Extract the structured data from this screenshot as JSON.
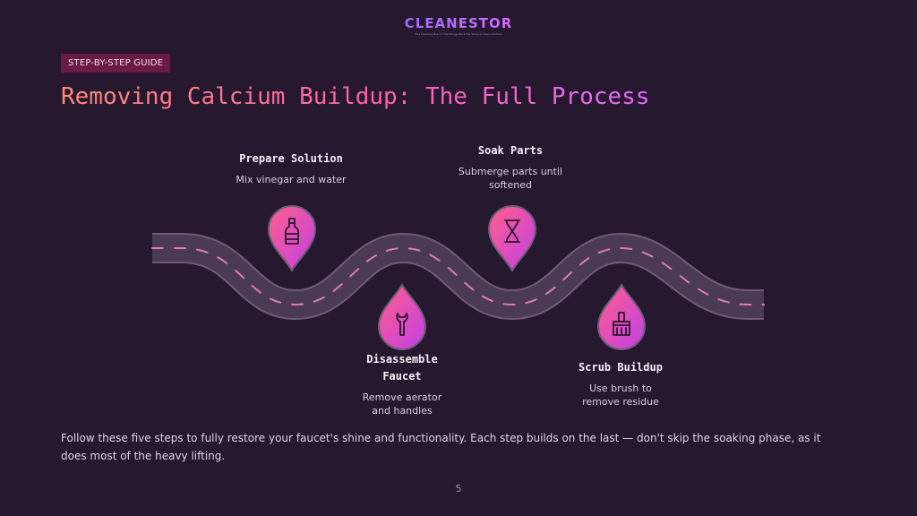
{
  "brand": {
    "name": "CLEANESTOR",
    "tagline": "The Cleaning Brand That Brings Back the Shine to Every Surface"
  },
  "tag": "STEP-BY-STEP GUIDE",
  "title": "Removing Calcium Buildup: The Full Process",
  "steps": [
    {
      "title": "Prepare Solution",
      "desc": "Mix vinegar and water",
      "icon": "bottle-icon"
    },
    {
      "title": "Disassemble Faucet",
      "desc": "Remove aerator and handles",
      "icon": "wrench-icon"
    },
    {
      "title": "Soak Parts",
      "desc": "Submerge parts until softened",
      "icon": "hourglass-icon"
    },
    {
      "title": "Scrub Buildup",
      "desc": "Use brush to remove residue",
      "icon": "brush-icon"
    }
  ],
  "footer": "Follow these five steps to fully restore your faucet's shine and functionality. Each step builds on the last — don't skip the soaking phase, as it does most of the heavy lifting.",
  "page_number": "5",
  "colors": {
    "background": "#26182f",
    "road": "#4a3a54",
    "road_edge": "#6c5c78",
    "road_dash": "#e07bb8",
    "pin_start": "#ff5e8a",
    "pin_end": "#c240e6",
    "tag_bg": "#6a1a44"
  }
}
